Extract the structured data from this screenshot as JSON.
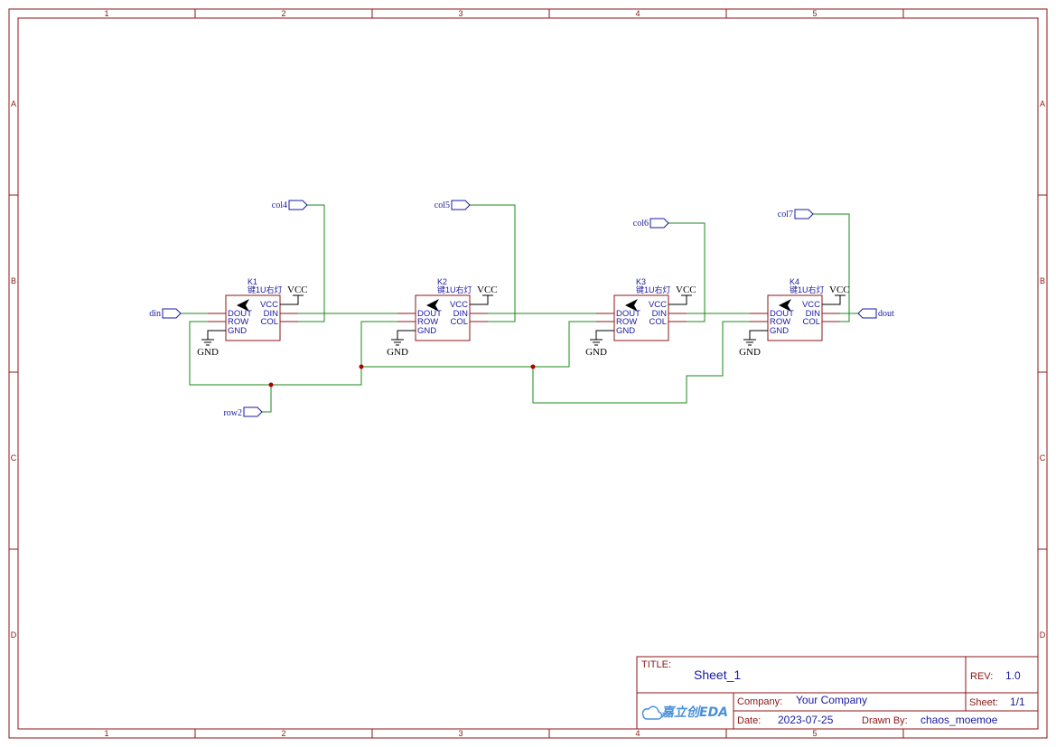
{
  "sheet": {
    "col_zones": [
      "1",
      "2",
      "3",
      "4",
      "5"
    ],
    "row_zones": [
      "A",
      "B",
      "C",
      "D"
    ]
  },
  "components": [
    {
      "designator": "K1",
      "value": "键1U右灯",
      "pins_left": [
        "DOUT",
        "ROW",
        "GND"
      ],
      "pins_right": [
        "VCC",
        "DIN",
        "COL"
      ],
      "vcc": "VCC",
      "gnd": "GND"
    },
    {
      "designator": "K2",
      "value": "键1U右灯",
      "pins_left": [
        "DOUT",
        "ROW",
        "GND"
      ],
      "pins_right": [
        "VCC",
        "DIN",
        "COL"
      ],
      "vcc": "VCC",
      "gnd": "GND"
    },
    {
      "designator": "K3",
      "value": "键1U右灯",
      "pins_left": [
        "DOUT",
        "ROW",
        "GND"
      ],
      "pins_right": [
        "VCC",
        "DIN",
        "COL"
      ],
      "vcc": "VCC",
      "gnd": "GND"
    },
    {
      "designator": "K4",
      "value": "键1U右灯",
      "pins_left": [
        "DOUT",
        "ROW",
        "GND"
      ],
      "pins_right": [
        "VCC",
        "DIN",
        "COL"
      ],
      "vcc": "VCC",
      "gnd": "GND"
    }
  ],
  "net_ports": {
    "din": "din",
    "dout": "dout",
    "row2": "row2",
    "col4": "col4",
    "col5": "col5",
    "col6": "col6",
    "col7": "col7"
  },
  "title_block": {
    "title_label": "TITLE:",
    "title": "Sheet_1",
    "rev_label": "REV:",
    "rev": "1.0",
    "company_label": "Company:",
    "company": "Your Company",
    "sheet_label": "Sheet:",
    "sheet": "1/1",
    "date_label": "Date:",
    "date": "2023-07-25",
    "drawn_by_label": "Drawn By:",
    "drawn_by": "chaos_moemoe",
    "logo": "嘉立创EDA"
  },
  "colors": {
    "frame": "#8c1515",
    "wire": "#1a8a1a",
    "text_blue": "#1a1aa0",
    "junction": "#b00000",
    "logo": "#4a90d9"
  }
}
